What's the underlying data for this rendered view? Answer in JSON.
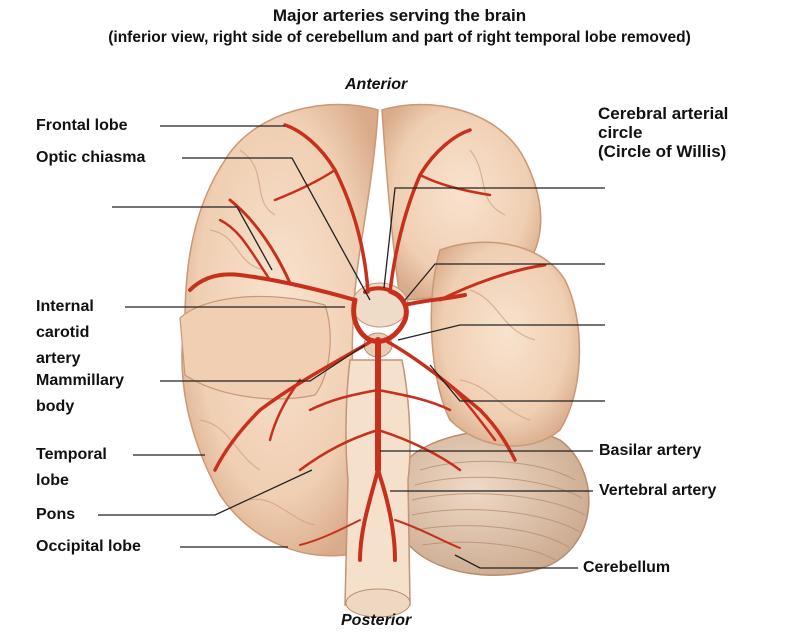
{
  "title": "Major arteries serving the brain",
  "subtitle": "(inferior view, right side of cerebellum and part of right temporal lobe removed)",
  "orientation": {
    "top": "Anterior",
    "bottom": "Posterior"
  },
  "left_labels": {
    "frontal_lobe": "Frontal lobe",
    "optic_chiasma": "Optic chiasma",
    "internal_carotid_1": "Internal",
    "internal_carotid_2": "carotid",
    "internal_carotid_3": "artery",
    "mammillary_1": "Mammillary",
    "mammillary_2": "body",
    "temporal_1": "Temporal",
    "temporal_2": "lobe",
    "pons": "Pons",
    "occipital_lobe": "Occipital lobe"
  },
  "right_labels": {
    "circle_line1": "Cerebral arterial",
    "circle_line2": "circle",
    "circle_line3": "(Circle of Willis)",
    "basilar_artery": "Basilar artery",
    "vertebral_artery": "Vertebral artery",
    "cerebellum": "Cerebellum"
  },
  "colors": {
    "brain_fill": "#f3d6bd",
    "brain_shadow": "#d9ab8a",
    "artery": "#c8301e",
    "leader_line": "#222222"
  }
}
